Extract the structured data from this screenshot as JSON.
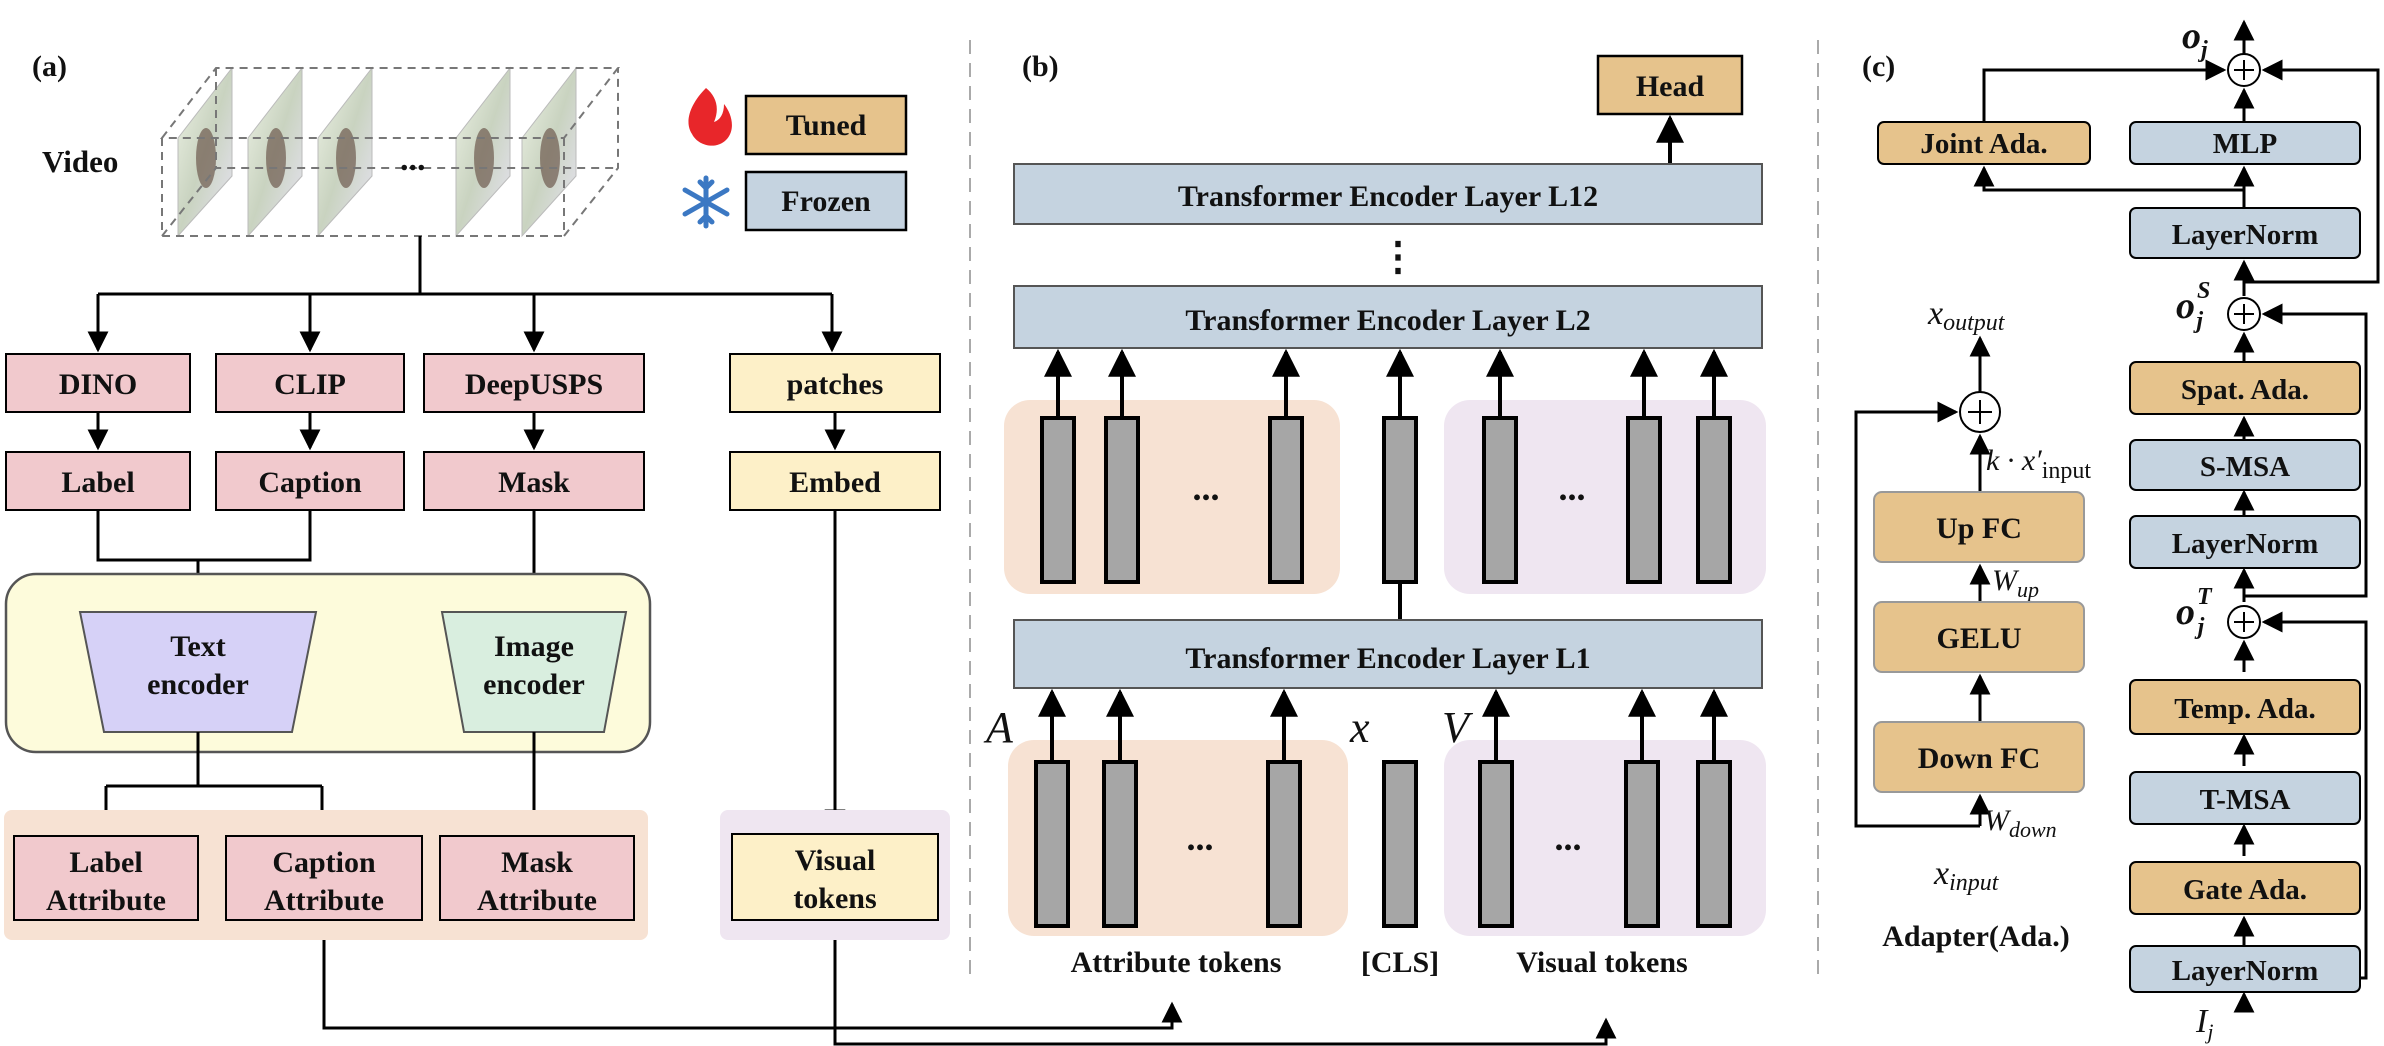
{
  "colors": {
    "tuned": "#e6c38c",
    "frozen": "#c5d3e0",
    "pink": "#f1c9cd",
    "cream": "#fdf0c8",
    "yellow_panel": "#fdfbdb",
    "text_enc": "#d6d1f7",
    "img_enc": "#d9eedf",
    "orange_panel": "#f7e2d3",
    "lav_panel": "#efe6f1",
    "bar": "#a6a6a6",
    "flame": "#e8262a",
    "snow": "#3b78c3"
  },
  "panel_a": {
    "tag": "(a)",
    "video_label": "Video",
    "ellipsis": "...",
    "legend": {
      "tuned": "Tuned",
      "frozen": "Frozen"
    },
    "extractors": [
      "DINO",
      "CLIP",
      "DeepUSPS",
      "patches"
    ],
    "outputs": [
      "Label",
      "Caption",
      "Mask",
      "Embed"
    ],
    "text_encoder": [
      "Text",
      "encoder"
    ],
    "image_encoder": [
      "Image",
      "encoder"
    ],
    "attributes": [
      [
        "Label",
        "Attribute"
      ],
      [
        "Caption",
        "Attribute"
      ],
      [
        "Mask",
        "Attribute"
      ]
    ],
    "visual_tokens": [
      "Visual",
      "tokens"
    ]
  },
  "panel_b": {
    "tag": "(b)",
    "head": "Head",
    "layer_l12": "Transformer Encoder Layer L12",
    "vdots": "⋮",
    "layer_l2": "Transformer Encoder Layer L2",
    "layer_l1": "Transformer Encoder Layer L1",
    "ellipsis": "...",
    "var_a": "A",
    "var_x": "x",
    "var_v": "V",
    "attribute_tokens": "Attribute tokens",
    "cls": "[CLS]",
    "visual_tokens": "Visual tokens"
  },
  "panel_c": {
    "tag": "(c)",
    "x_output": "output",
    "k_expr": "k · x′",
    "k_sub": "input",
    "w_up": "up",
    "w_down": "down",
    "x_input": "input",
    "up_fc": "Up FC",
    "gelu": "GELU",
    "down_fc": "Down FC",
    "adapter_label": "Adapter(Ada.)",
    "o_j": "o",
    "joint_ada": "Joint Ada.",
    "mlp": "MLP",
    "layernorm": "LayerNorm",
    "spat_ada": "Spat. Ada.",
    "s_msa": "S-MSA",
    "temp_ada": "Temp. Ada.",
    "t_msa": "T-MSA",
    "gate_ada": "Gate Ada.",
    "i_j": "I",
    "sub_j": "j",
    "sup_s": "S",
    "sup_t": "T"
  }
}
